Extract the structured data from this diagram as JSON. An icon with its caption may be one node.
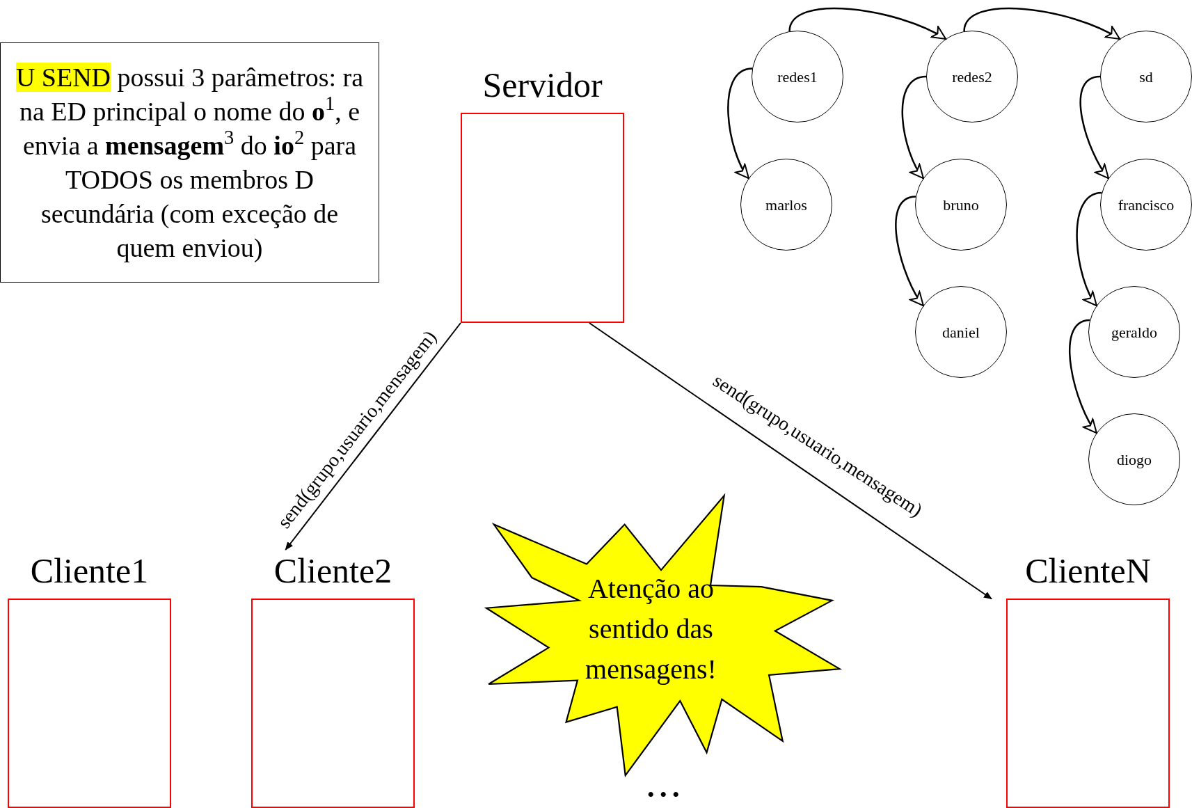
{
  "diagram": {
    "nodes": [
      {
        "text": [
          "U SEND",
          "possui 3 parâmetros: ra na ED principal o nome do **o**$^{1}$, e envia a **mensagem**$^{3}$ do **io**$^{2}$ para TODOS os membros D secundária (com exceção de quem enviou)"
        ]
      },
      {
        "text": [
          "Servidor"
        ]
      },
      {
        "text": [
          "redes1"
        ]
      },
      {
        "text": [
          "redes2"
        ]
      },
      {
        "text": [
          "sd"
        ]
      },
      {
        "text": [
          "marlos"
        ]
      },
      {
        "text": [
          "bruno"
        ]
      },
      {
        "text": [
          "francisco"
        ]
      },
      {
        "text": [
          "daniel"
        ]
      },
      {
        "text": [
          "geraldo"
        ]
      },
      {
        "text": [
          "diogo"
        ]
      },
      {
        "text": [
          "Cliente1"
        ]
      },
      {
        "text": [
          "Cliente2"
        ]
      },
      {
        "text": [
          "Atenção ao sentido das mensagens!"
        ]
      },
      {
        "text": [
          "ClienteN"
        ]
      }
    ],
    "edges": [
      {
        "from": 2,
        "to": 3,
        "arrow": "to"
      },
      {
        "from": 3,
        "to": 4,
        "arrow": "to"
      },
      {
        "from": 2,
        "to": 5,
        "arrow": "to"
      },
      {
        "from": 3,
        "to": 6,
        "arrow": "to"
      },
      {
        "from": 6,
        "to": 8,
        "arrow": "to"
      },
      {
        "from": 4,
        "to": 7,
        "arrow": "to"
      },
      {
        "from": 7,
        "to": 9,
        "arrow": "to"
      },
      {
        "from": 9,
        "to": 10,
        "arrow": "to"
      },
      {
        "from": 1,
        "to": 12,
        "arrow": "to",
        "label": "send(grupo,usuario,mensagem)"
      },
      {
        "from": 1,
        "to": 14,
        "arrow": "to",
        "label": "send(grupo,usuario,mensagem)"
      }
    ],
    "labels": [
      "• • •"
    ]
  }
}
